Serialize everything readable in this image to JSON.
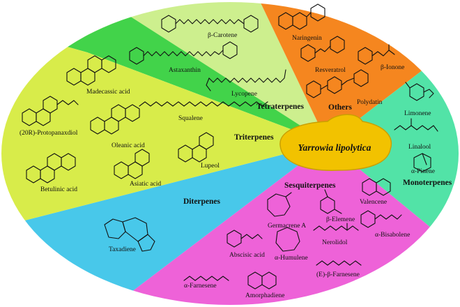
{
  "center": {
    "title": "Yarrowia lipolytica",
    "fill": "#f2c200",
    "stroke": "#caa000"
  },
  "sectors": {
    "tetraterpenes": {
      "label": "Tetraterpenes",
      "color": "#cdef8e"
    },
    "others": {
      "label": "Others",
      "color": "#f5861f"
    },
    "monoterpenes": {
      "label": "Monoterpenes",
      "color": "#52e3a7"
    },
    "sesquiterpenes": {
      "label": "Sesquiterpenes",
      "color": "#ee62d8"
    },
    "diterpenes": {
      "label": "Diterpenes",
      "color": "#48c8ea"
    },
    "triterpenes": {
      "label": "Triterpenes",
      "color": "#d8ec4a"
    },
    "green_wedge": {
      "color": "#42d34a"
    }
  },
  "molecules": {
    "beta_carotene": "β-Carotene",
    "astaxanthin": "Astaxanthin",
    "lycopene": "Lycopene",
    "naringenin": "Naringenin",
    "resveratrol": "Resveratrol",
    "beta_ionone": "β-Ionone",
    "polydatin": "Polydatin",
    "limonene": "Limonene",
    "linalool": "Linalool",
    "alpha_pinene": "α-Pinene",
    "valencene": "Valencene",
    "beta_elemene": "β-Elemene",
    "germacrene_a": "Germacrene A",
    "alpha_bisabolene": "α-Bisabolene",
    "nerolidol": "Nerolidol",
    "abscisic_acid": "Abscisic acid",
    "alpha_humulene": "α-Humulene",
    "e_beta_farnesene": "(E)-β-Farnesene",
    "alpha_farnesene": "α-Farnesene",
    "amorphadiene": "Amorphadiene",
    "taxadiene": "Taxadiene",
    "madecassic_acid": "Madecassic acid",
    "protopanaxadiol": "(20R)-Protopanaxdiol",
    "oleanic_acid": "Oleanic acid",
    "squalene": "Squalene",
    "lupeol": "Lupeol",
    "asiatic_acid": "Asiatic acid",
    "betulinic_acid": "Betulinic acid"
  }
}
